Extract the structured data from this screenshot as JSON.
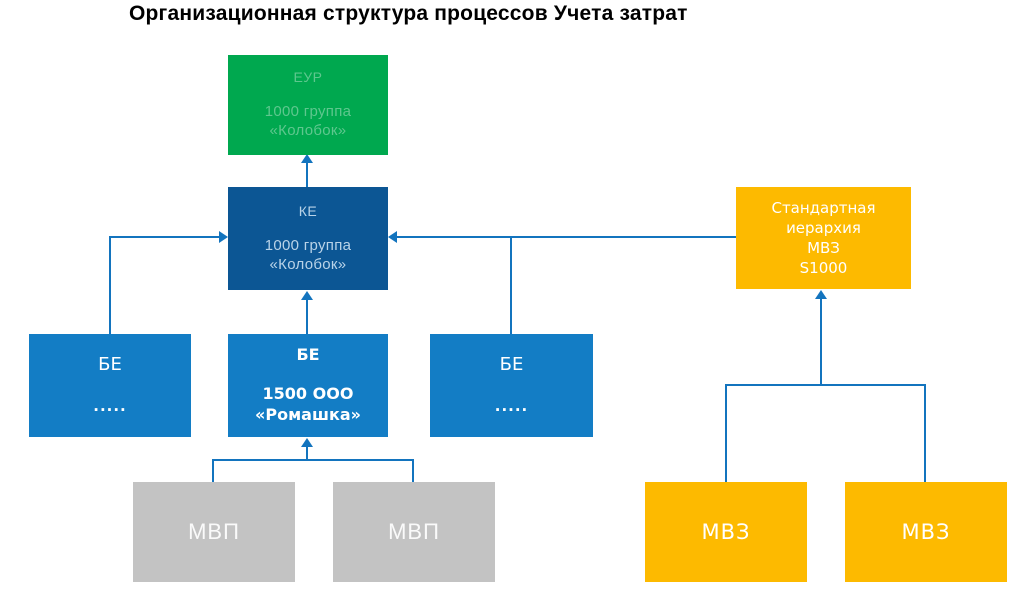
{
  "title": "Организационная структура процессов Учета затрат",
  "colors": {
    "green": "#00A84F",
    "dark_blue": "#0C5694",
    "bright_blue": "#137DC5",
    "yellow": "#FDBA00",
    "gray": "#C3C3C3",
    "connector_blue": "#1374BE",
    "title_text": "#000000"
  },
  "nodes": {
    "eur": {
      "code": "ЕУР",
      "name": "1000 группа\n«Колобок»"
    },
    "ke": {
      "code": "КЕ",
      "name": "1000 группа\n«Колобок»"
    },
    "hierarchy": {
      "name": "Стандартная\nиерархия\nМВЗ\nS1000"
    },
    "be_left": {
      "code": "БЕ",
      "name": "....."
    },
    "be_center": {
      "code": "БЕ",
      "name": "1500 ООО\n«Ромашка»"
    },
    "be_right": {
      "code": "БЕ",
      "name": "....."
    },
    "mvp_left": {
      "code": "МВП"
    },
    "mvp_right": {
      "code": "МВП"
    },
    "mvz_left": {
      "code": "МВЗ"
    },
    "mvz_right": {
      "code": "МВЗ"
    }
  }
}
